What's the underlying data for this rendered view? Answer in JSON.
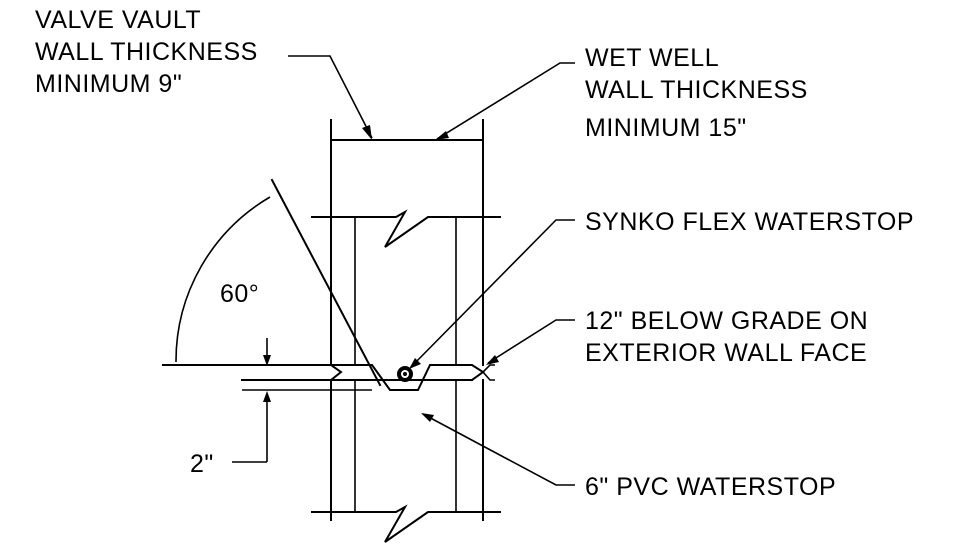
{
  "labels": {
    "valve_vault": [
      "VALVE VAULT",
      "WALL THICKNESS",
      "MINIMUM 9\""
    ],
    "wet_well": [
      "WET WELL",
      "WALL THICKNESS",
      "MINIMUM 15\""
    ],
    "synko": "SYNKO FLEX WATERSTOP",
    "below_grade": [
      "12\" BELOW GRADE ON",
      "EXTERIOR WALL FACE"
    ],
    "angle": "60°",
    "depth": "2\"",
    "pvc": "6\" PVC WATERSTOP"
  }
}
